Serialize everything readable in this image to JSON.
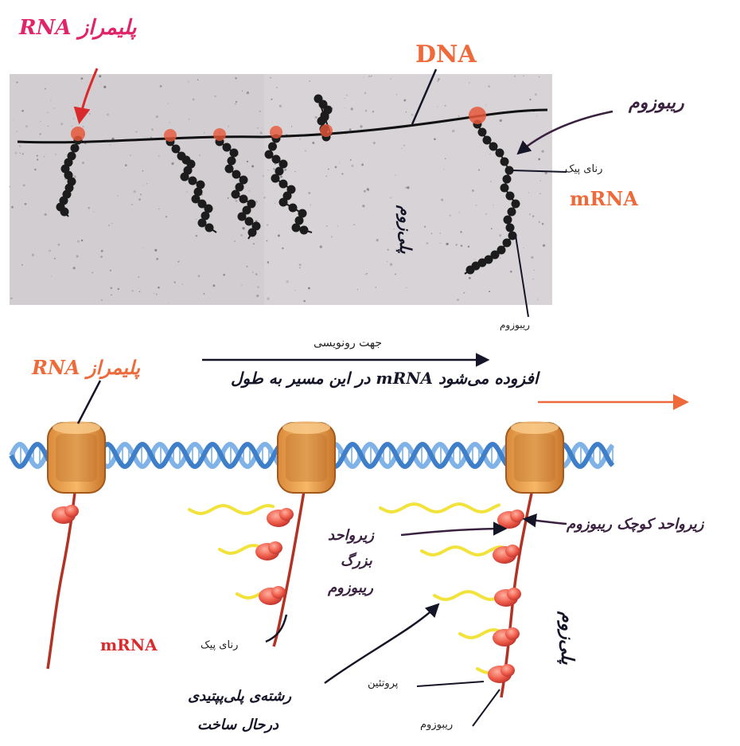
{
  "colors": {
    "photo_bg": "#d6d1d4",
    "strand": "#111111",
    "polymerase_photo": "#e8573b",
    "helix_blue": "#3f7ec8",
    "helix_light": "#8fc0ee",
    "polymerase_orange": "#f0a14b",
    "mrna_red": "#b23324",
    "ribosome": "#ee5a48",
    "protein_yellow": "#f2e23c",
    "annot_red": "#d92b2b",
    "annot_magenta": "#e0246a",
    "annot_orange": "#ee6a3a",
    "ink": "#151528"
  },
  "photo": {
    "rna_polymerase": "RNA پلیمراز",
    "dna": "DNA",
    "ribosome": "ریبوزوم",
    "messenger_rna_fa": "رنای پیک",
    "mrna": "mRNA",
    "polyribosome": "پلی‌زوم",
    "ribosome_bottom": "ریبوزوم"
  },
  "diagram": {
    "transcription_direction": "جهت رونویسی",
    "note_mrna_length": "در این مسیر به طول mRNA افزوده می‌شود",
    "rna_polymerase": "RNA پلیمراز",
    "small_subunit": "زیرواحد کوچک ریبوزوم",
    "large_subunit_1": "زیرواحد",
    "large_subunit_2": "بزرگ",
    "large_subunit_3": "ریبوزوم",
    "messenger_rna_fa": "رنای پیک",
    "mrna": "mRNA",
    "polysome": "پلی‌زوم",
    "protein": "پروتئین",
    "polypeptide_1": "رشته‌ی پلی‌پپتیدی",
    "polypeptide_2": "درحال ساخت",
    "ribosome": "ریبوزوم"
  }
}
